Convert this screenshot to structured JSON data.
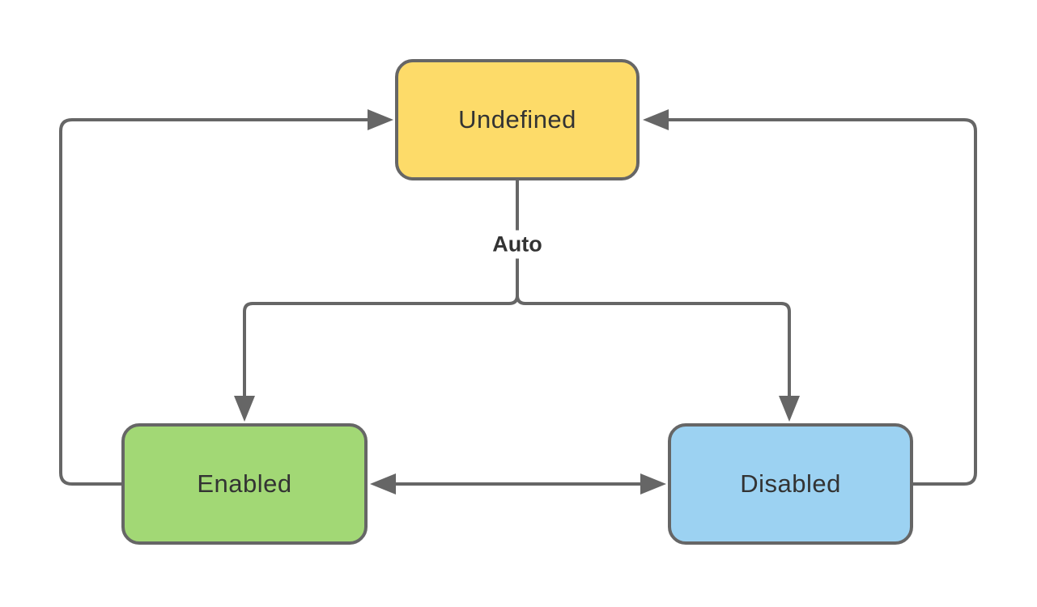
{
  "diagram": {
    "type": "state-diagram",
    "background": "#FFFFFF",
    "nodes": [
      {
        "id": "undefined",
        "label": "Undefined",
        "fill": "#FDDB69",
        "border": "#666666"
      },
      {
        "id": "enabled",
        "label": "Enabled",
        "fill": "#A2D875",
        "border": "#666666"
      },
      {
        "id": "disabled",
        "label": "Disabled",
        "fill": "#9CD2F2",
        "border": "#666666"
      }
    ],
    "edges": [
      {
        "from": "Undefined",
        "to": "Enabled",
        "label": "Auto",
        "arrow": "to"
      },
      {
        "from": "Undefined",
        "to": "Disabled",
        "label": "Auto",
        "arrow": "to"
      },
      {
        "from": "Enabled",
        "to": "Undefined",
        "label": "",
        "arrow": "to"
      },
      {
        "from": "Disabled",
        "to": "Undefined",
        "label": "",
        "arrow": "to"
      },
      {
        "from": "Enabled",
        "to": "Disabled",
        "label": "",
        "arrow": "both"
      }
    ],
    "edge_label": "Auto",
    "colors": {
      "line": "#666666",
      "text": "#333333"
    }
  }
}
